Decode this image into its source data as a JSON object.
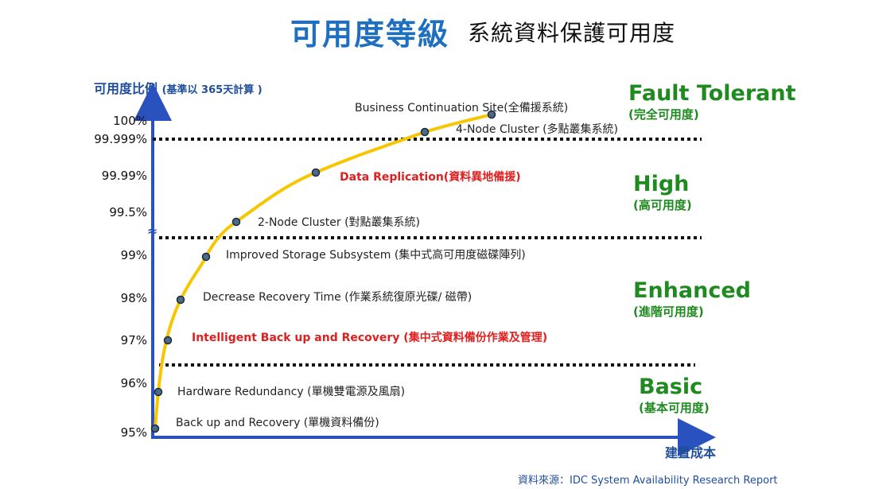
{
  "title": "可用度等級",
  "subtitle": "系統資料保護可用度",
  "y_axis": {
    "label": "可用度比例",
    "note": "(基準以 365天計算 )",
    "break_mark": "≈",
    "ticks": [
      "100%",
      "99.999%",
      "99.99%",
      "99.5%",
      "99%",
      "98%",
      "97%",
      "96%",
      "95%"
    ]
  },
  "x_axis": {
    "label": "建置成本"
  },
  "tiers": [
    {
      "name": "Fault Tolerant",
      "sub": "(完全可用度)"
    },
    {
      "name": "High",
      "sub": "(高可用度)"
    },
    {
      "name": "Enhanced",
      "sub": "(進階可用度)"
    },
    {
      "name": "Basic",
      "sub": "(基本可用度)"
    }
  ],
  "points": [
    {
      "label": "Back up and Recovery  (單機資料備份)",
      "highlight": false
    },
    {
      "label": "Hardware Redundancy  (單機雙電源及風扇)",
      "highlight": false
    },
    {
      "label": "Intelligent Back up and Recovery (集中式資料備份作業及管理)",
      "highlight": true
    },
    {
      "label": "Decrease Recovery Time (作業系統復原光碟/ 磁帶)",
      "highlight": false
    },
    {
      "label": "Improved Storage Subsystem (集中式高可用度磁碟陣列)",
      "highlight": false
    },
    {
      "label": "2-Node Cluster (對點叢集系統)",
      "highlight": false
    },
    {
      "label": "Data Replication(資料異地備援)",
      "highlight": true
    },
    {
      "label": "4-Node Cluster (多點叢集系統)",
      "highlight": false
    },
    {
      "label": "Business Continuation Site(全備援系統)",
      "highlight": false
    }
  ],
  "source": "資料來源：IDC System Availability Research  Report",
  "colors": {
    "title": "#1f6fc0",
    "axis": "#2a52be",
    "curve": "#f7c600",
    "tier": "#1f8a1f",
    "highlight": "#e02020"
  }
}
